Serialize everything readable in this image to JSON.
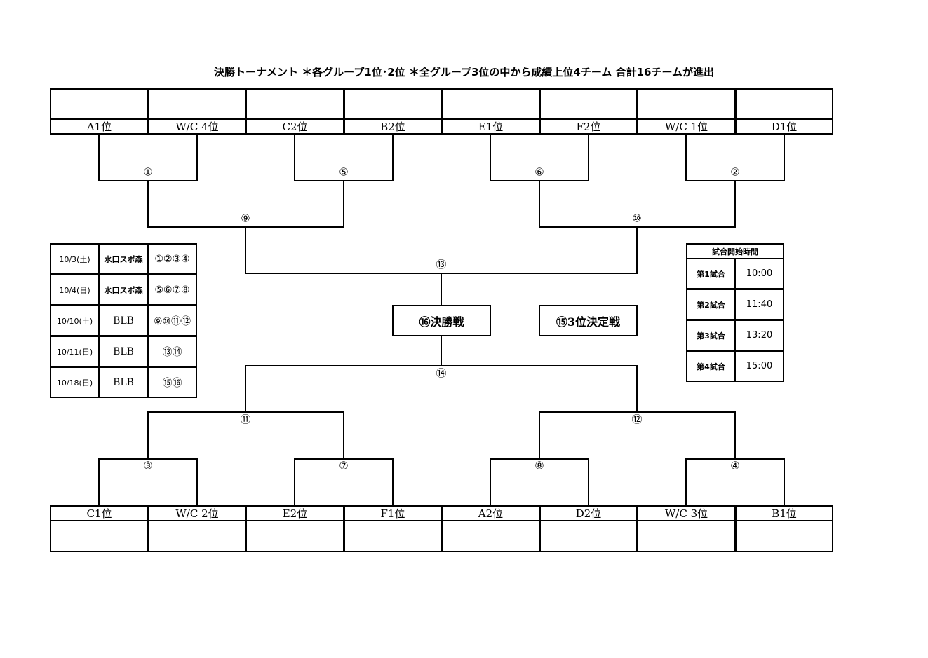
{
  "title": "決勝トーナメント ＊各グループ1位･2位 ＊全グループ3位の中から成績上位4チーム 合計16チームが進出",
  "top_slots": [
    "A1位",
    "W/C 4位",
    "C2位",
    "B2位",
    "E1位",
    "F2位",
    "W/C 1位",
    "D1位"
  ],
  "bottom_slots": [
    "C1位",
    "W/C 2位",
    "E2位",
    "F1位",
    "A2位",
    "D2位",
    "W/C 3位",
    "B1位"
  ],
  "matches": {
    "m1": "①",
    "m5": "⑤",
    "m6": "⑥",
    "m2": "②",
    "m9": "⑨",
    "m10": "⑩",
    "m13": "⑬",
    "m14": "⑭",
    "m11": "⑪",
    "m12": "⑫",
    "m3": "③",
    "m7": "⑦",
    "m8": "⑧",
    "m4": "④"
  },
  "final_label": "⑯決勝戦",
  "third_place_label": "⑮3位決定戦",
  "schedule": [
    {
      "date": "10/3(土)",
      "venue": "水口スポ森",
      "games": "①②③④"
    },
    {
      "date": "10/4(日)",
      "venue": "水口スポ森",
      "games": "⑤⑥⑦⑧"
    },
    {
      "date": "10/10(土)",
      "venue": "BLB",
      "games": "⑨⑩⑪⑫"
    },
    {
      "date": "10/11(日)",
      "venue": "BLB",
      "games": "⑬⑭"
    },
    {
      "date": "10/18(日)",
      "venue": "BLB",
      "games": "⑮⑯"
    }
  ],
  "times": {
    "header": "試合開始時間",
    "rows": [
      {
        "game": "第1試合",
        "time": "10:00"
      },
      {
        "game": "第2試合",
        "time": "11:40"
      },
      {
        "game": "第3試合",
        "time": "13:20"
      },
      {
        "game": "第4試合",
        "time": "15:00"
      }
    ]
  }
}
